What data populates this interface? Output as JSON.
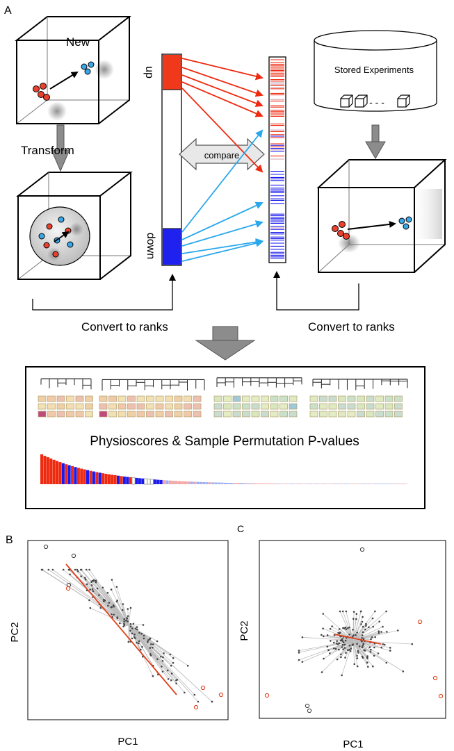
{
  "panel_labels": {
    "a": "A",
    "b": "B",
    "c": "C"
  },
  "panel_a": {
    "new_label": "New",
    "transform_label": "Transform",
    "stored_label": "Stored Experiments",
    "up_label": "up",
    "down_label": "down",
    "compare_label": "compare",
    "convert_left": "Convert to ranks",
    "convert_right": "Convert to ranks",
    "results_title": "Physioscores & Sample Permutation P-values",
    "colors": {
      "up": "#ee2a10",
      "down": "#1a1aee",
      "light_blue": "#29a8ec",
      "arrow_gray": "#888888"
    }
  },
  "panel_b": {
    "xlabel": "PC1",
    "ylabel": "PC2",
    "trend_color": "#e0401a"
  },
  "panel_c": {
    "xlabel": "PC1",
    "ylabel": "PC2",
    "trend_color": "#e0401a"
  }
}
